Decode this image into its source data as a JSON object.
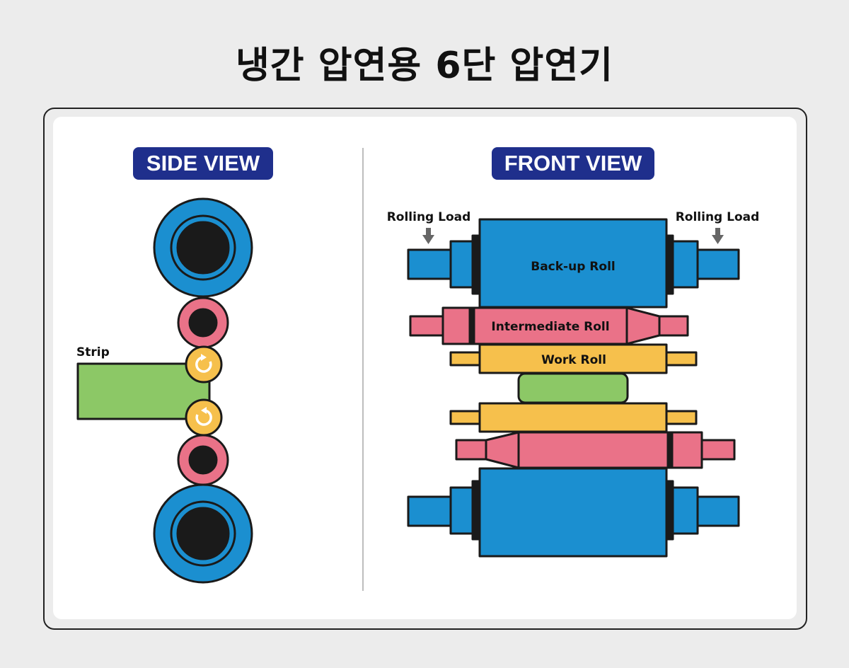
{
  "title": "냉간 압연용 6단 압연기",
  "side_view": {
    "badge": "SIDE VIEW",
    "strip_label": "Strip"
  },
  "front_view": {
    "badge": "FRONT VIEW",
    "load_left": "Rolling Load",
    "load_right": "Rolling Load",
    "backup_roll_label": "Back-up Roll",
    "intermediate_roll_label": "Intermediate Roll",
    "work_roll_label": "Work Roll"
  },
  "colors": {
    "backup": "#1b8fd0",
    "intermediate": "#ea7288",
    "work": "#f6c04c",
    "strip": "#8cc866",
    "badge": "#1f2f8c",
    "outline": "#1a1a1a"
  }
}
